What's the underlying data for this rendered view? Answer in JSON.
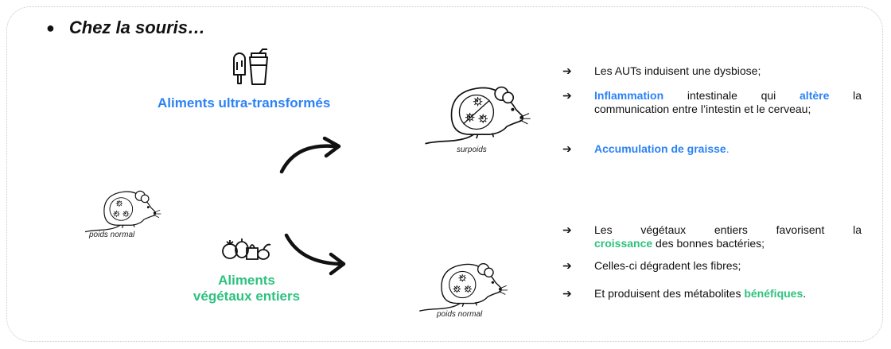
{
  "title": {
    "bullet": "●",
    "text": "Chez la souris…"
  },
  "inputs": {
    "ultra": "Aliments ultra-transformés",
    "vegetal_line1": "Aliments",
    "vegetal_line2": "végétaux entiers"
  },
  "mice": {
    "start_caption": "poids normal",
    "overweight_caption": "surpoids",
    "healthy_caption": "poids normal"
  },
  "effects_ultra": [
    {
      "parts": [
        "Les AUTs induisent une dysbiose;"
      ]
    },
    {
      "line1": [
        "Inflammation",
        " intestinale  qui ",
        "altère",
        " la"
      ],
      "line2": "communication entre l’intestin et le cerveau;"
    },
    {
      "parts": [
        "Accumulation de graisse",
        "."
      ]
    }
  ],
  "effects_vegetal": [
    {
      "line1": "Les végétaux entiers favorisent la",
      "line2a": "croissance",
      "line2b": " des bonnes  bactéries;"
    },
    {
      "parts": [
        "Celles-ci dégradent les fibres;"
      ]
    },
    {
      "parts": [
        "Et produisent des métabolites ",
        "bénéfiques",
        "."
      ]
    }
  ],
  "arrow_glyph": "➔",
  "colors": {
    "accent_blue": "#2b82f5",
    "accent_green": "#2ec27e",
    "border": "#c9c9c9"
  },
  "icons": [
    "popsicle-icon",
    "cup-icon",
    "vegetables-icon",
    "mouse-icon",
    "bacteria-icon",
    "curved-arrow-icon"
  ]
}
